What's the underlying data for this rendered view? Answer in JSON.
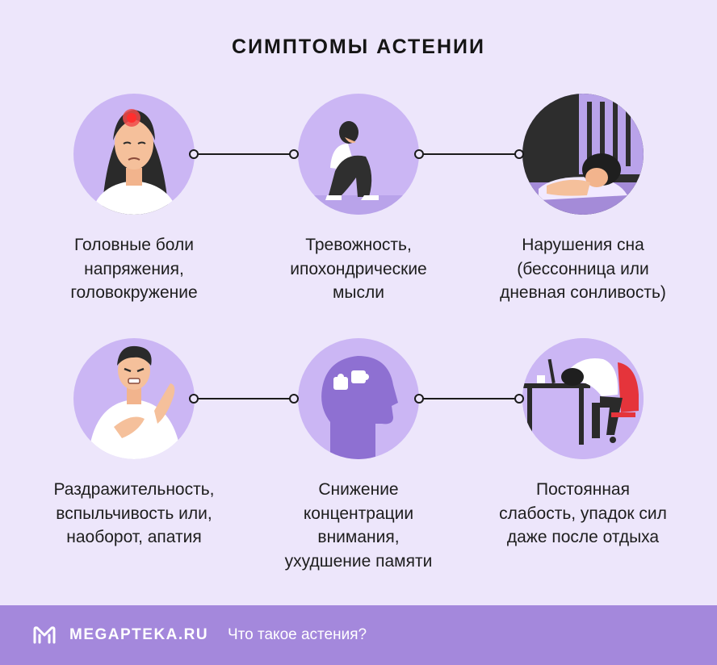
{
  "title": "СИМПТОМЫ АСТЕНИИ",
  "colors": {
    "background": "#ede6fb",
    "circle": "#cbb6f4",
    "footer": "#a488dc",
    "accent_dark": "#1b1b1b"
  },
  "symptoms": [
    {
      "icon": "headache-woman-icon",
      "text": "Головные боли\nнапряжения,\nголовокружение"
    },
    {
      "icon": "anxious-person-icon",
      "text": "Тревожность,\nипохондрические\nмысли"
    },
    {
      "icon": "sleeping-woman-icon",
      "text": "Нарушения сна\n(бессонница или\nдневная сонливость)"
    },
    {
      "icon": "irritated-man-icon",
      "text": "Раздражительность,\nвспыльчивость или,\nнаоборот, апатия"
    },
    {
      "icon": "head-puzzle-icon",
      "text": "Снижение\nконцентрации\nвнимания,\nухудшение памяти"
    },
    {
      "icon": "tired-worker-icon",
      "text": "Постоянная\nслабость, упадок сил\nдаже после отдыха"
    }
  ],
  "footer": {
    "brand": "MEGAPTEKA.RU",
    "link": "Что такое астения?"
  }
}
